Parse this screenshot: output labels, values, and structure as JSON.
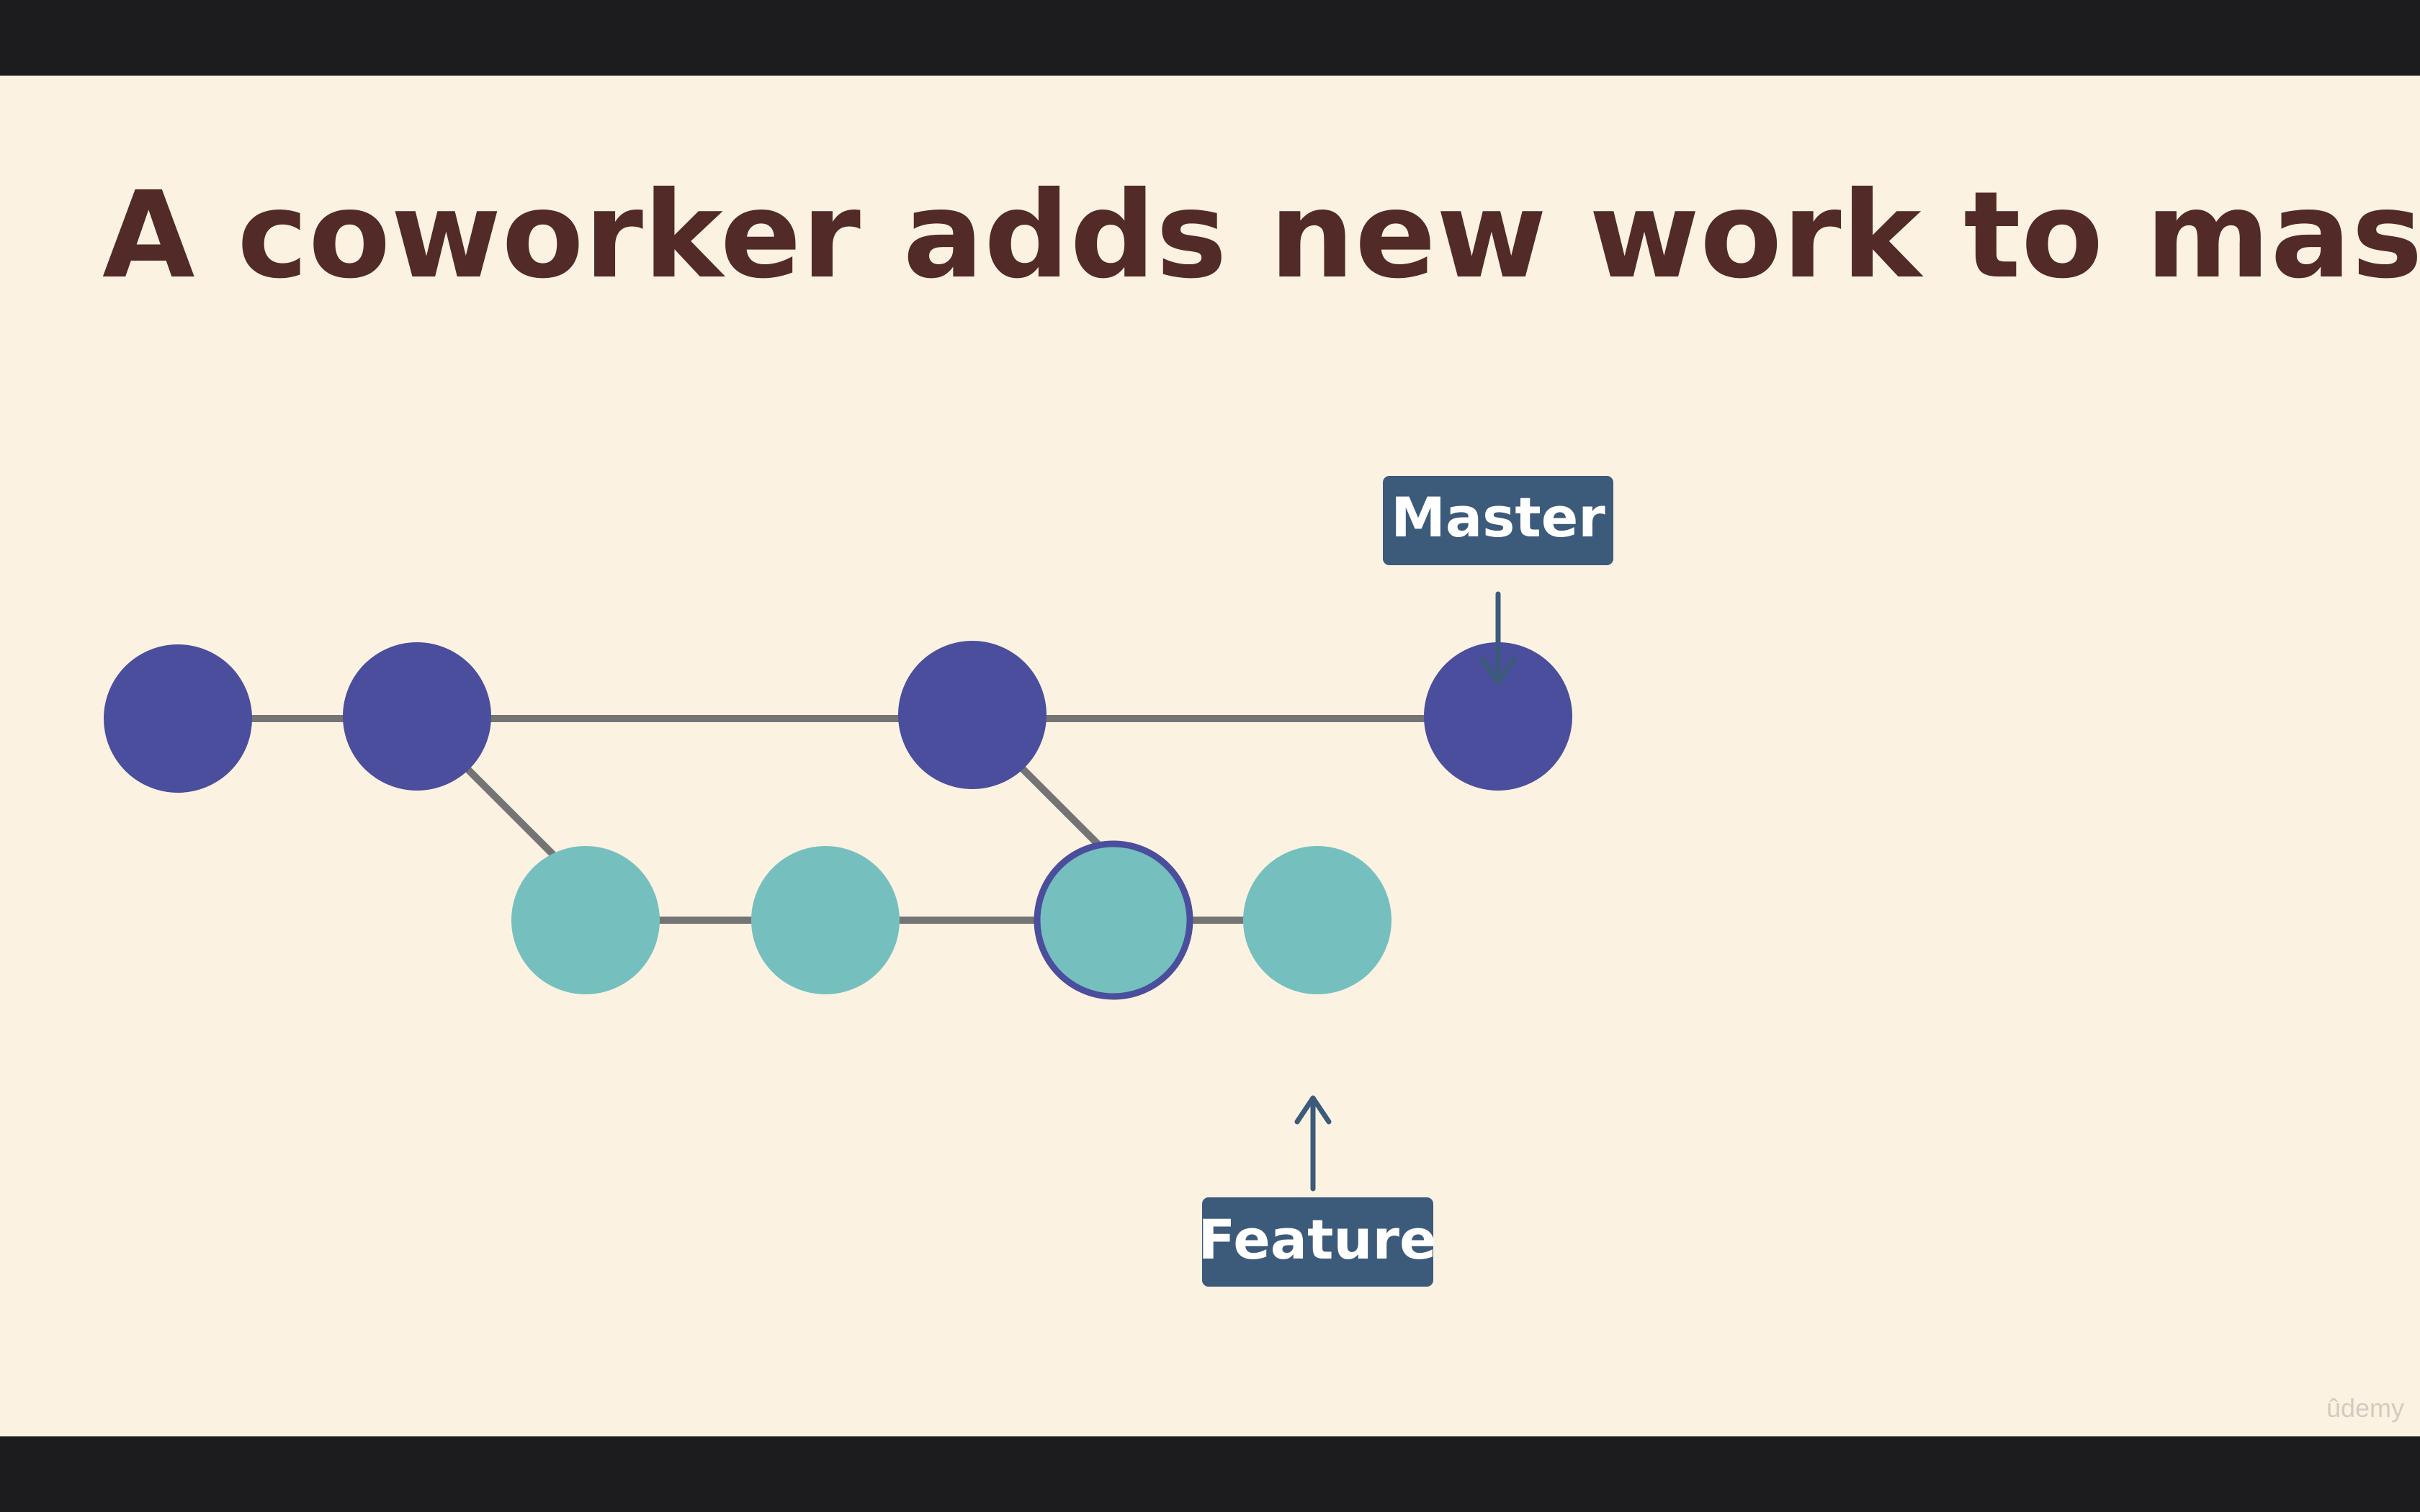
{
  "slide": {
    "title": "A coworker adds new work to master",
    "watermark": "ûdemy"
  },
  "diagram": {
    "branch_labels": {
      "master": "Master",
      "feature": "Feature"
    },
    "commits": {
      "master_count": 4,
      "feature_count": 4,
      "highlighted_feature_commit": 3
    },
    "colors": {
      "slide_background": "#fcf2e1",
      "title": "#522a28",
      "master_commit": "#4a4e9c",
      "feature_commit": "#75c0be",
      "highlight_ring": "#4a4e9c",
      "edge": "#747474",
      "label_background": "#3c5a7a",
      "label_text": "#ffffff"
    }
  }
}
